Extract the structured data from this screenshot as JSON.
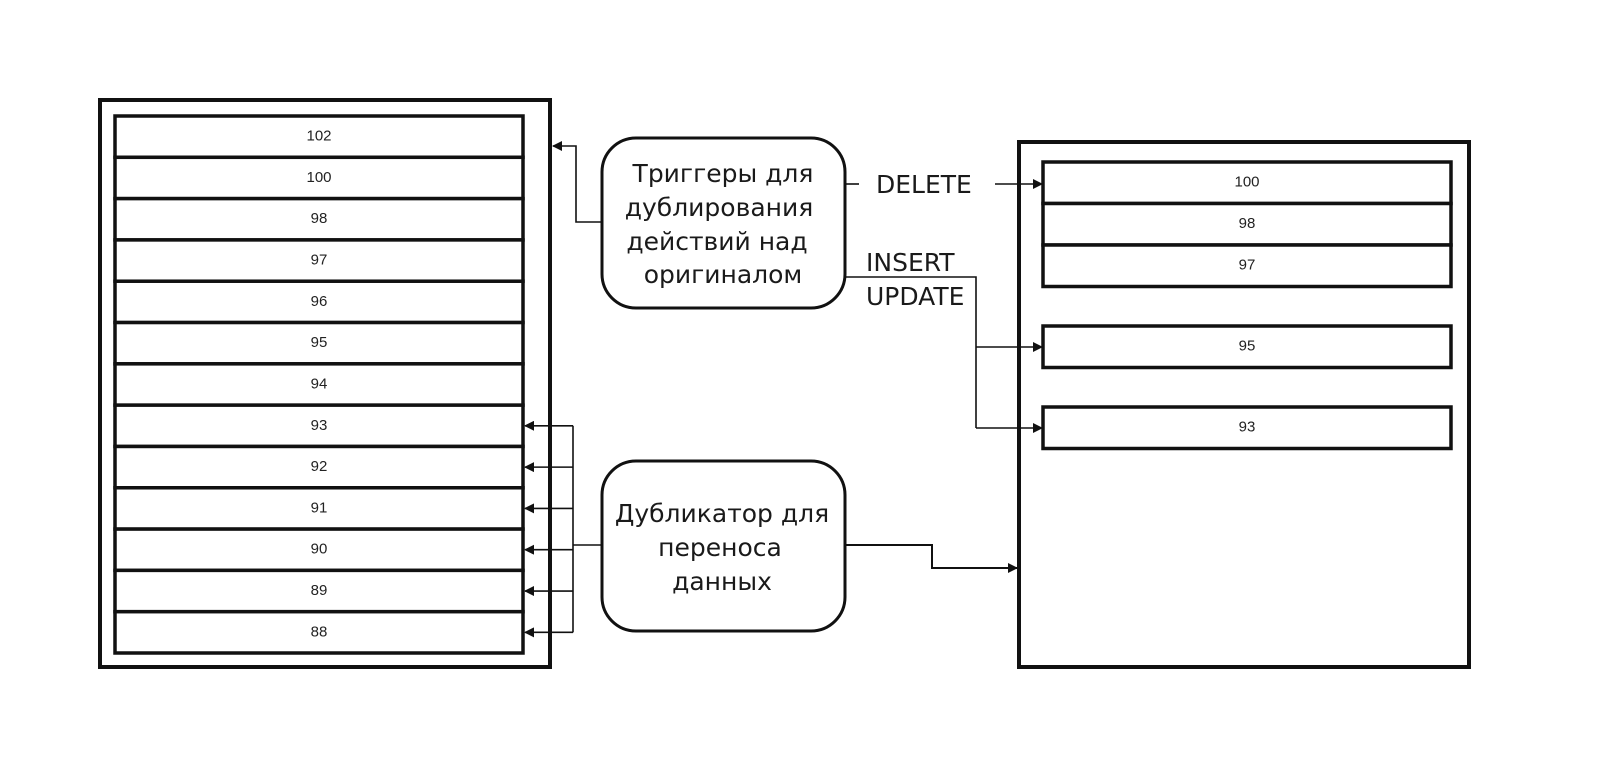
{
  "diagram": {
    "source_table": {
      "rows": [
        "102",
        "100",
        "98",
        "97",
        "96",
        "95",
        "94",
        "93",
        "92",
        "91",
        "90",
        "89",
        "88"
      ]
    },
    "target_table": {
      "groups": [
        {
          "rows": [
            "100",
            "98",
            "97"
          ]
        },
        {
          "rows": [
            "95"
          ]
        },
        {
          "rows": [
            "93"
          ]
        }
      ]
    },
    "nodes": {
      "triggers": {
        "lines": [
          "Триггеры для",
          "дублирования",
          "действий над",
          "оригиналом"
        ]
      },
      "duplicator": {
        "lines": [
          "Дубликатор для",
          "переноса",
          "данных"
        ]
      }
    },
    "edge_labels": {
      "delete": "DELETE",
      "insert": "INSERT",
      "update": "UPDATE"
    },
    "colors": {
      "stroke": "#111111",
      "background": "#ffffff"
    }
  }
}
